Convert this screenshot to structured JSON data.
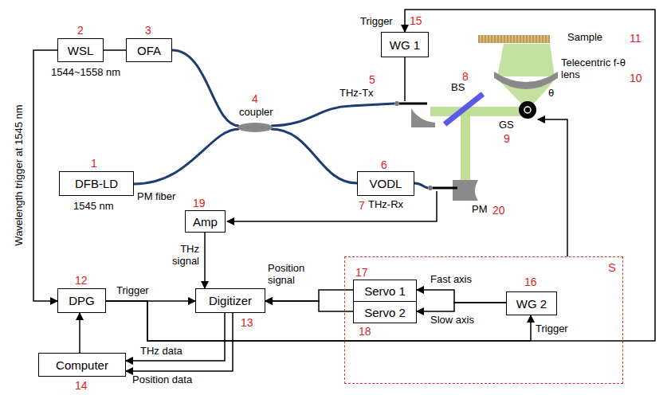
{
  "diagram": {
    "nodes": [
      {
        "text": [
          "WSL"
        ]
      },
      {
        "text": [
          "OFA"
        ]
      },
      {
        "text": [
          "DFB-LD"
        ]
      },
      {
        "text": [
          "WG 1"
        ]
      },
      {
        "text": [
          "VODL"
        ]
      },
      {
        "text": [
          "Amp"
        ]
      },
      {
        "text": [
          "DPG"
        ]
      },
      {
        "text": [
          "Digitizer"
        ]
      },
      {
        "text": [
          "Computer"
        ]
      },
      {
        "text": [
          "S"
        ]
      },
      {
        "text": [
          "Servo 1"
        ],
        "in": 9
      },
      {
        "text": [
          "Servo 2"
        ],
        "in": 9
      },
      {
        "text": [
          "WG 2"
        ],
        "in": 9
      }
    ],
    "edges": [
      {
        "from": 0,
        "to": 1,
        "arrow": "none"
      },
      {
        "from": 0,
        "to": 6,
        "arrow": "to",
        "label": "Wavelength trigger at 1545 nm"
      },
      {
        "from": 6,
        "to": 7,
        "arrow": "to",
        "label": "Trigger"
      },
      {
        "from": 6,
        "to": 12,
        "arrow": "to",
        "label": "Trigger"
      },
      {
        "from": 6,
        "to": 3,
        "arrow": "to",
        "label": "Trigger"
      },
      {
        "from": 5,
        "to": 7,
        "arrow": "to",
        "label": "THz signal"
      },
      {
        "from": 7,
        "to": 8,
        "arrow": "to",
        "label": "THz data"
      },
      {
        "from": 7,
        "to": 8,
        "arrow": "to",
        "label": "Position data"
      },
      {
        "from": 8,
        "to": 6,
        "arrow": "to"
      },
      {
        "from": 12,
        "to": 10,
        "arrow": "to",
        "label": "Fast axis"
      },
      {
        "from": 12,
        "to": 11,
        "arrow": "to",
        "label": "Slow axis"
      },
      {
        "from": 10,
        "to": 7,
        "arrow": "to",
        "label": "Position signal"
      },
      {
        "from": 11,
        "to": 7,
        "arrow": "to"
      }
    ],
    "labels": [
      "2",
      "3",
      "1544~1558 nm",
      "1",
      "1545 nm",
      "PM fiber",
      "4",
      "coupler",
      "5",
      "THz-Tx",
      "15",
      "8",
      "BS",
      "Sample",
      "11",
      "Telecentric f-θ lens",
      "10",
      "θ",
      "GS",
      "9",
      "6",
      "7",
      "THz-Rx",
      "PM",
      "20",
      "19",
      "12",
      "13",
      "14",
      "17",
      "16",
      "18"
    ]
  }
}
